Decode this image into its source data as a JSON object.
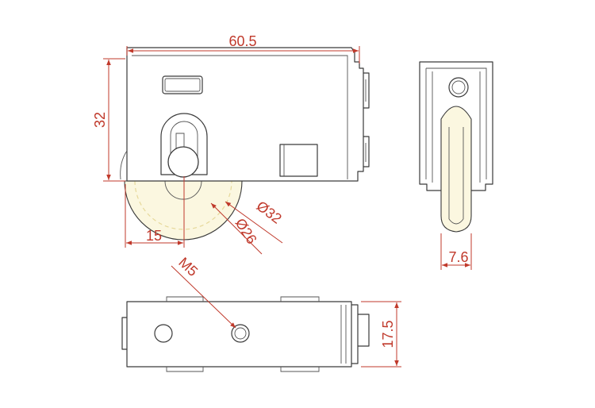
{
  "dimensions": {
    "width_label": "60.5",
    "height_label": "32",
    "offset_label": "15",
    "diameter_outer_label": "Ø32",
    "diameter_inner_label": "Ø26",
    "wheel_width_label": "7.6",
    "thread_label": "M5",
    "depth_label": "17.5"
  },
  "colors": {
    "dimension": "#c0392b",
    "outline": "#3a3a3a",
    "hidden_line": "#e6d89a"
  }
}
